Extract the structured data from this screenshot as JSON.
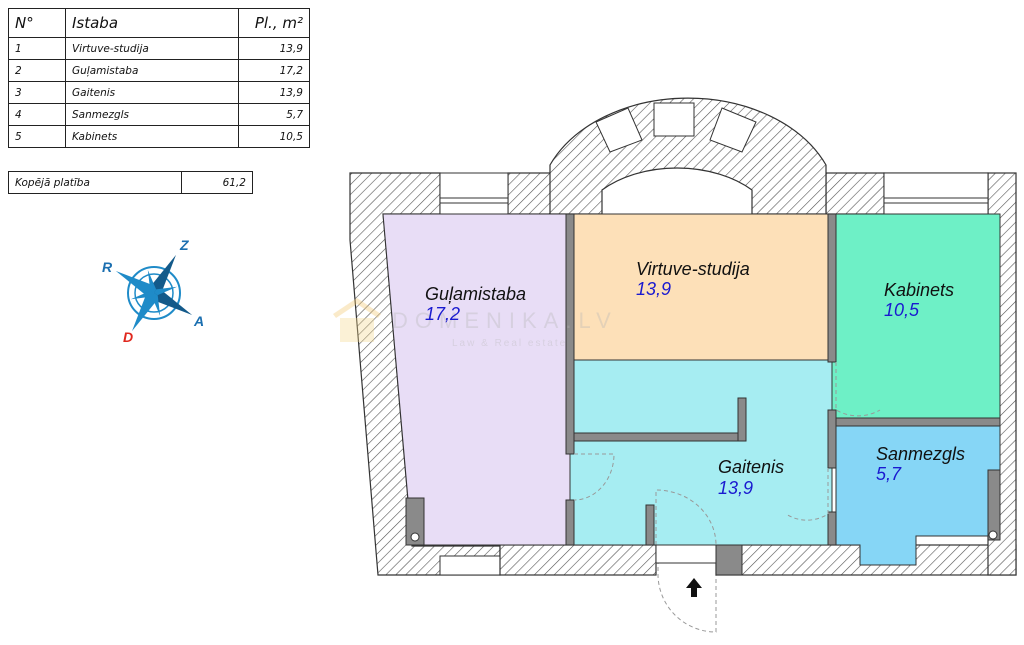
{
  "table": {
    "headers": {
      "no": "N°",
      "room": "Istaba",
      "area": "Pl., m²"
    },
    "rows": [
      {
        "no": "1",
        "room": "Virtuve-studija",
        "area": "13,9"
      },
      {
        "no": "2",
        "room": "Guļamistaba",
        "area": "17,2"
      },
      {
        "no": "3",
        "room": "Gaitenis",
        "area": "13,9"
      },
      {
        "no": "4",
        "room": "Sanmezgls",
        "area": "5,7"
      },
      {
        "no": "5",
        "room": "Kabinets",
        "area": "10,5"
      }
    ],
    "total_label": "Kopējā platība",
    "total_value": "61,2"
  },
  "compass": {
    "n": "Z",
    "w": "R",
    "e": "A",
    "s": "D"
  },
  "rooms": {
    "bedroom": {
      "name": "Guļamistaba",
      "area": "17,2",
      "color": "#e8ddf6"
    },
    "kitchen": {
      "name": "Virtuve-studija",
      "area": "13,9",
      "color": "#fde0b8"
    },
    "office": {
      "name": "Kabinets",
      "area": "10,5",
      "color": "#6ef0c6"
    },
    "hall": {
      "name": "Gaitenis",
      "area": "13,9",
      "color": "#a6edf2"
    },
    "bath": {
      "name": "Sanmezgls",
      "area": "5,7",
      "color": "#86d6f6"
    }
  },
  "watermark": {
    "brand": "DOMENIKA.LV",
    "tagline": "Law & Real estate"
  },
  "colors": {
    "area_text": "#1a1ad0",
    "wall": "#444444"
  }
}
